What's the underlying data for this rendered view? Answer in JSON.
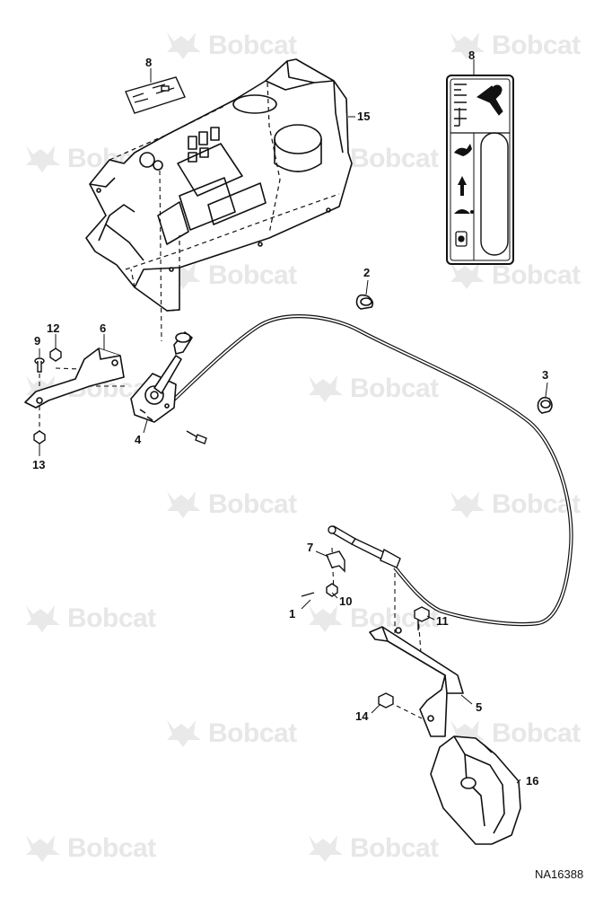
{
  "watermark": {
    "brand": "Bobcat"
  },
  "figure_id": "NA16388",
  "callouts": [
    {
      "id": "c1",
      "label": "1"
    },
    {
      "id": "c2",
      "label": "2"
    },
    {
      "id": "c3",
      "label": "3"
    },
    {
      "id": "c4",
      "label": "4"
    },
    {
      "id": "c5",
      "label": "5"
    },
    {
      "id": "c6",
      "label": "6"
    },
    {
      "id": "c7",
      "label": "7"
    },
    {
      "id": "c8a",
      "label": "8"
    },
    {
      "id": "c8b",
      "label": "8"
    },
    {
      "id": "c9",
      "label": "9"
    },
    {
      "id": "c10",
      "label": "10"
    },
    {
      "id": "c11",
      "label": "11"
    },
    {
      "id": "c12",
      "label": "12"
    },
    {
      "id": "c13",
      "label": "13"
    },
    {
      "id": "c14",
      "label": "14"
    },
    {
      "id": "c15",
      "label": "15"
    },
    {
      "id": "c16",
      "label": "16"
    }
  ],
  "decal_icons": [
    "throttle-lever-icon",
    "rabbit-icon",
    "arrow-up-icon",
    "turtle-icon",
    "fuel-icon"
  ]
}
